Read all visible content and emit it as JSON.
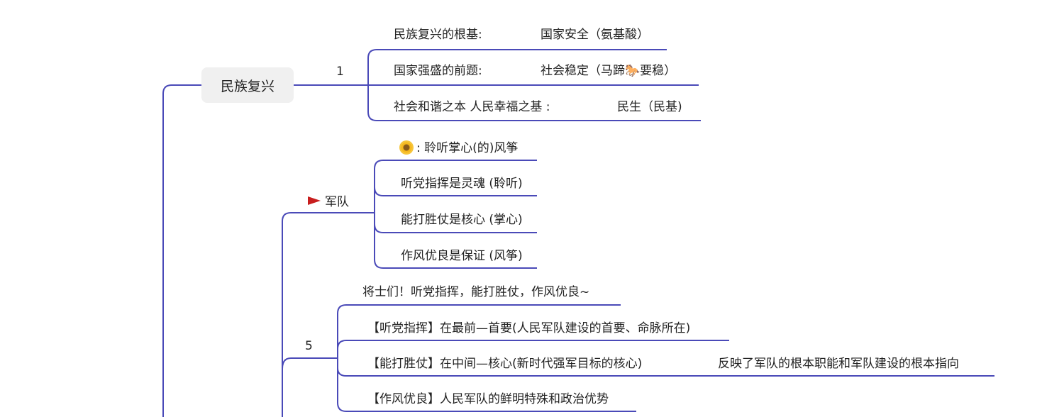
{
  "root": {
    "label": "民族复兴",
    "branch_label": "1"
  },
  "group1": [
    {
      "left": "民族复兴的根基:",
      "right": "国家安全（氨基酸）"
    },
    {
      "left": "国家强盛的前题:",
      "right_a": "社会稳定（马蹄",
      "horse": "🐎",
      "right_b": "要稳）"
    },
    {
      "left": "社会和谐之本 人民幸福之基 :",
      "right": "民生（民基)"
    }
  ],
  "army": {
    "label": "军队",
    "flag_icon": "red-flag-icon",
    "items": [
      {
        "icon": "sunflower-icon",
        "text": ": 聆听掌心(的)风筝"
      },
      {
        "text": "听党指挥是灵魂 (聆听)"
      },
      {
        "text": "能打胜仗是核心 (掌心)"
      },
      {
        "text": "作风优良是保证 (风筝)"
      }
    ]
  },
  "group5": {
    "label": "5",
    "items": [
      {
        "text": "将士们！听党指挥，能打胜仗，作风优良~"
      },
      {
        "text": "【听党指挥】在最前—首要(人民军队建设的首要、命脉所在)"
      },
      {
        "text": "【能打胜仗】在中间—核心(新时代强军目标的核心)",
        "note": "反映了军队的根本职能和军队建设的根本指向"
      },
      {
        "text": "【作风优良】人民军队的鲜明特殊和政治优势"
      }
    ]
  },
  "colors": {
    "line": "#4a4ab8",
    "flag": "#c81e1e",
    "node_bg": "#f0f0f0"
  }
}
